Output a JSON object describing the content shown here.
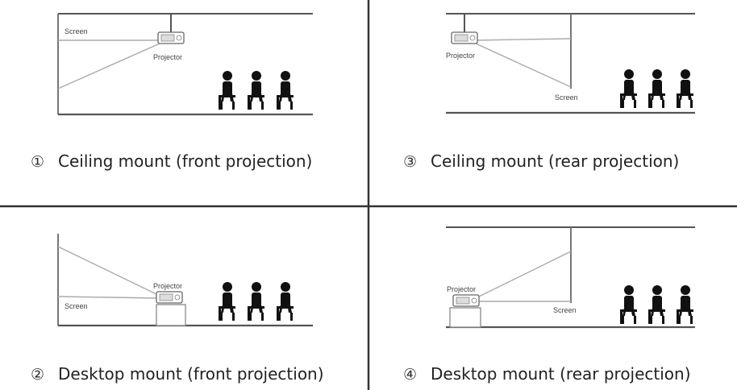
{
  "panels": [
    {
      "number": "①",
      "caption": "Ceiling mount (front projection)",
      "screen_label": "Screen",
      "projector_label": "Projector"
    },
    {
      "number": "③",
      "caption": "Ceiling mount (rear projection)",
      "screen_label": "Screen",
      "projector_label": "Projector"
    },
    {
      "number": "②",
      "caption": "Desktop mount (front projection)",
      "screen_label": "Screen",
      "projector_label": "Projector"
    },
    {
      "number": "④",
      "caption": "Desktop mount (rear projection)",
      "screen_label": "Screen",
      "projector_label": "Projector"
    }
  ],
  "colors": {
    "line": "#555555",
    "divider": "#333333",
    "audience": "#111111",
    "projector": "#666666"
  }
}
